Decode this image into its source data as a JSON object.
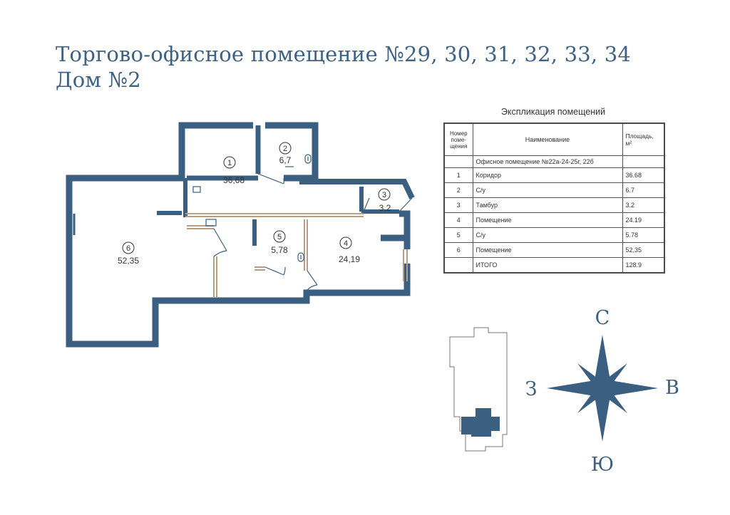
{
  "title": {
    "line1": "Торгово-офисное помещение №29, 30, 31, 32, 33, 34",
    "line2": "Дом №2"
  },
  "colors": {
    "wall": "#3b5f80",
    "title": "#3d6283",
    "partition": "#b89f84",
    "text": "#333333"
  },
  "rooms": [
    {
      "num": "1",
      "area": "36,68"
    },
    {
      "num": "2",
      "area": "6,7"
    },
    {
      "num": "3",
      "area": "3,2"
    },
    {
      "num": "4",
      "area": "24,19"
    },
    {
      "num": "5",
      "area": "5,78"
    },
    {
      "num": "6",
      "area": "52,35"
    }
  ],
  "table": {
    "caption": "Экспликация помещений",
    "headers": {
      "num": "Номер поме-щения",
      "name": "Наименование",
      "area": "Площадь, м²"
    },
    "subheader": "Офисное помещение №22а-24-25г, 22б",
    "rows": [
      {
        "num": "1",
        "name": "Коридор",
        "area": "36.68"
      },
      {
        "num": "2",
        "name": "С/у",
        "area": "6.7"
      },
      {
        "num": "3",
        "name": "Тамбур",
        "area": "3.2"
      },
      {
        "num": "4",
        "name": "Помещение",
        "area": "24.19"
      },
      {
        "num": "5",
        "name": "С/у",
        "area": "5.78"
      },
      {
        "num": "6",
        "name": "Помещение",
        "area": "52,35"
      }
    ],
    "total": {
      "name": "ИТОГО",
      "area": "128.9"
    }
  },
  "compass": {
    "north": "С",
    "south": "Ю",
    "west": "З",
    "east": "В"
  },
  "icons": [
    "toilet-icon",
    "compass-rose-icon",
    "building-locator-icon"
  ]
}
